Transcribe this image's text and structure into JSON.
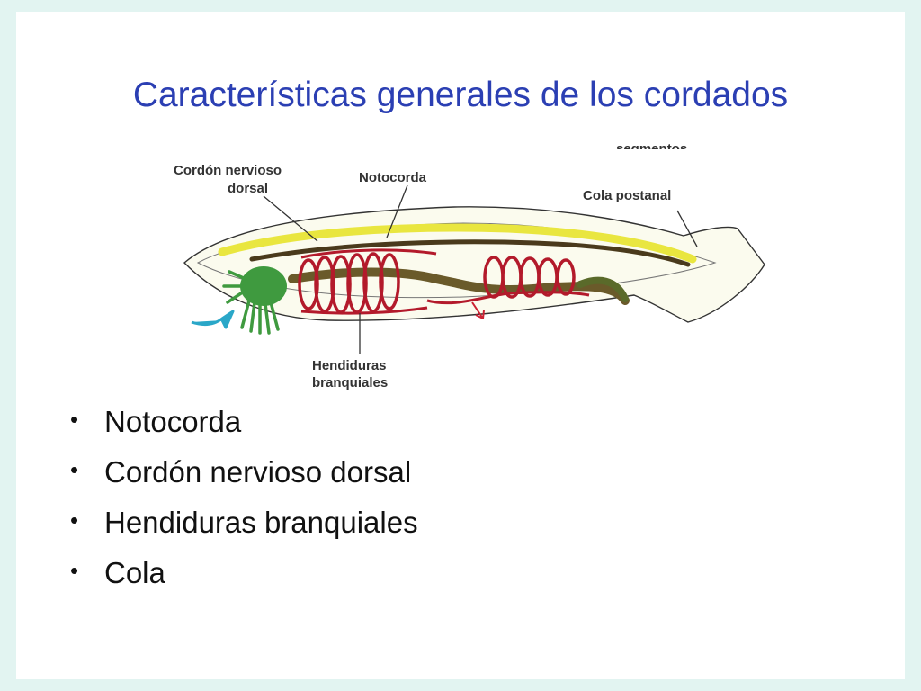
{
  "slide": {
    "title": "Características generales de los cordados",
    "bullets": [
      "Notocorda",
      "Cordón nervioso dorsal",
      "Hendiduras branquiales",
      "Cola"
    ]
  },
  "diagram": {
    "labels": {
      "nerve_cord_line1": "Cordón nervioso",
      "nerve_cord_line2": "dorsal",
      "notochord": "Notocorda",
      "post_anal_tail": "Cola postanal",
      "gill_slits_line1": "Hendiduras",
      "gill_slits_line2": "branquiales",
      "segments_partial": "segmentos"
    },
    "colors": {
      "nerve_cord": "#e9e63f",
      "notochord": "#4a3a1c",
      "gill_slits": "#b31a2b",
      "pharynx": "#3f9a3f",
      "water_arrow": "#2aa7c8",
      "body_fill": "#fbfbee",
      "outline": "#333333"
    }
  },
  "theme": {
    "background": "#e2f4f1",
    "title_color": "#2b3fb3"
  }
}
